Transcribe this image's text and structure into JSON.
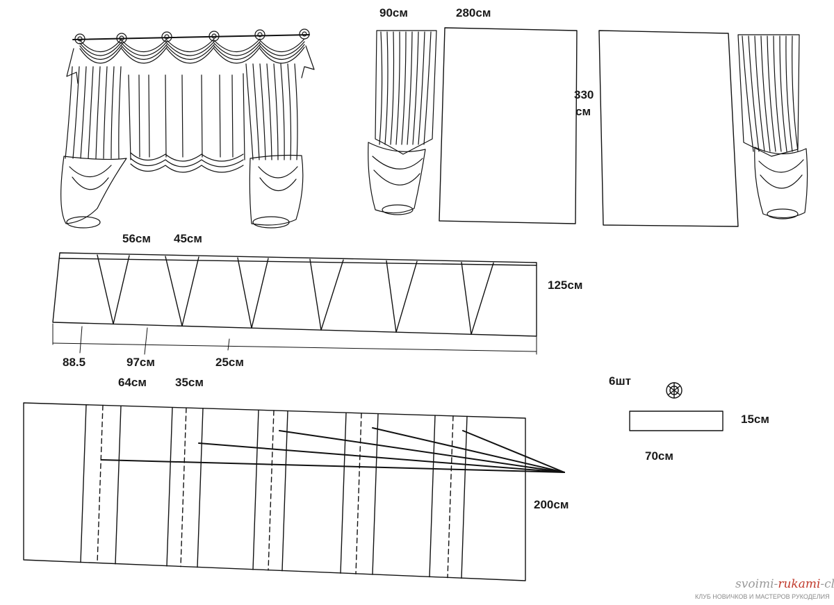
{
  "labels": {
    "side_panel_width": "90см",
    "main_panel_width": "280см",
    "panel_height_value": "330",
    "panel_height_unit": "см",
    "swag_top_a": "56см",
    "swag_top_b": "45см",
    "swag_height": "125см",
    "swag_bottom_a": "88.5",
    "swag_bottom_b": "97см",
    "swag_bottom_c": "25см",
    "pleat_top_a": "64см",
    "pleat_top_b": "35см",
    "pleat_height": "200см",
    "tieback_count": "6шт",
    "tieback_height": "15см",
    "tieback_width": "70см"
  },
  "watermark": {
    "site_prefix": "svoimi-",
    "site_highlight": "rukami",
    "site_suffix": "-club.ru",
    "tagline": "КЛУБ НОВИЧКОВ И МАСТЕРОВ РУКОДЕЛИЯ"
  },
  "colors": {
    "ink": "#111111",
    "watermark_highlight": "#c0392b",
    "watermark_gray": "#9a9a9a"
  }
}
